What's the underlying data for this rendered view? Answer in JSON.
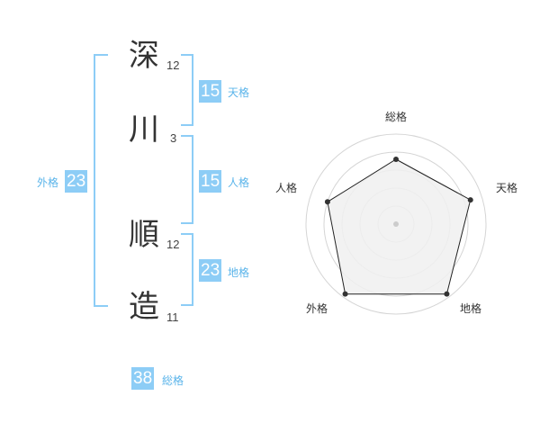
{
  "name": {
    "chars": [
      {
        "char": "深",
        "strokes": "12"
      },
      {
        "char": "川",
        "strokes": "3"
      },
      {
        "char": "順",
        "strokes": "12"
      },
      {
        "char": "造",
        "strokes": "11"
      }
    ]
  },
  "fortunes": {
    "ten": {
      "value": "15",
      "label": "天格"
    },
    "jin": {
      "value": "15",
      "label": "人格"
    },
    "chi": {
      "value": "23",
      "label": "地格"
    },
    "gai": {
      "value": "23",
      "label": "外格"
    },
    "sou": {
      "value": "38",
      "label": "総格"
    }
  },
  "radar": {
    "axes": [
      "総格",
      "天格",
      "地格",
      "外格",
      "人格"
    ],
    "values": [
      0.72,
      0.87,
      0.96,
      0.96,
      0.8
    ],
    "colors": {
      "grid": "#d5d5d5",
      "fill": "#f0f0f0",
      "line": "#222222",
      "point": "#333333"
    }
  }
}
